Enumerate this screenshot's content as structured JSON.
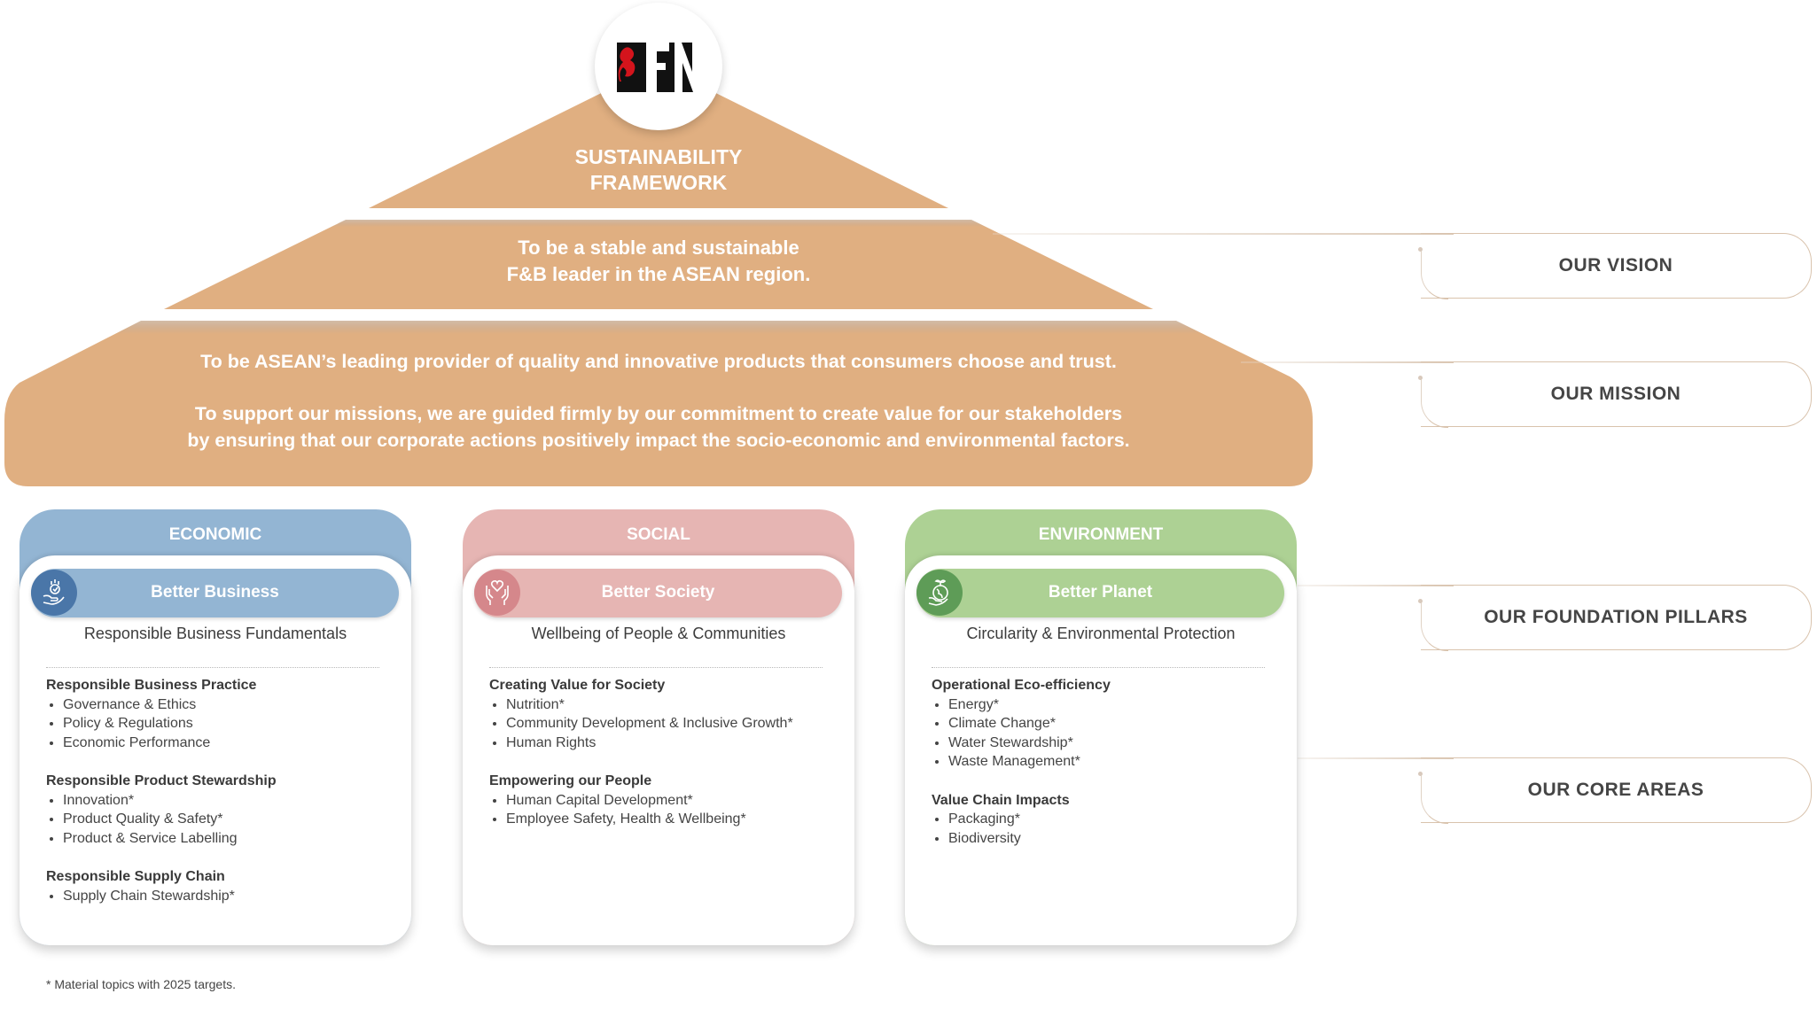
{
  "colors": {
    "pyramid": "#E0AF81",
    "economic": "#93B5D3",
    "economic_icon": "#4A76A8",
    "social": "#E6B5B3",
    "social_icon": "#D5878B",
    "environment": "#ADD194",
    "environment_icon": "#5E9C57"
  },
  "pyramid": {
    "title_line1": "SUSTAINABILITY",
    "title_line2": "FRAMEWORK",
    "vision_line1": "To be a stable and sustainable",
    "vision_line2": "F&B leader in the ASEAN region.",
    "mission_line1": "To be ASEAN’s leading provider of quality and innovative products that consumers choose and trust.",
    "mission_line2": "To support our missions, we are guided firmly by our commitment to create value for our stakeholders",
    "mission_line3": "by ensuring that our corporate actions positively impact the socio-economic and environmental factors."
  },
  "logo": {
    "text": "FN"
  },
  "labels": {
    "vision": "OUR VISION",
    "mission": "OUR MISSION",
    "pillars": "OUR FOUNDATION PILLARS",
    "core": "OUR CORE AREAS"
  },
  "pillars": [
    {
      "header": "ECONOMIC",
      "pill": "Better Business",
      "icon": "hands-growth-icon",
      "subtitle": "Responsible Business Fundamentals",
      "groups": [
        {
          "title": "Responsible Business Practice",
          "items": [
            "Governance & Ethics",
            "Policy & Regulations",
            "Economic Performance"
          ]
        },
        {
          "title": "Responsible Product Stewardship",
          "items": [
            "Innovation*",
            "Product Quality & Safety*",
            "Product & Service Labelling"
          ]
        },
        {
          "title": "Responsible Supply Chain",
          "items": [
            "Supply Chain Stewardship*"
          ]
        }
      ]
    },
    {
      "header": "SOCIAL",
      "pill": "Better Society",
      "icon": "hands-heart-icon",
      "subtitle": "Wellbeing of People & Communities",
      "groups": [
        {
          "title": "Creating Value for Society",
          "items": [
            "Nutrition*",
            "Community Development & Inclusive Growth*",
            "Human Rights"
          ]
        },
        {
          "title": "Empowering our People",
          "items": [
            "Human Capital Development*",
            "Employee Safety, Health & Wellbeing*"
          ]
        }
      ]
    },
    {
      "header": "ENVIRONMENT",
      "pill": "Better Planet",
      "icon": "globe-hand-icon",
      "subtitle": "Circularity & Environmental Protection",
      "groups": [
        {
          "title": "Operational Eco-efficiency",
          "items": [
            "Energy*",
            "Climate Change*",
            "Water Stewardship*",
            "Waste Management*"
          ]
        },
        {
          "title": "Value Chain Impacts",
          "items": [
            "Packaging*",
            "Biodiversity"
          ]
        }
      ]
    }
  ],
  "footnote": "* Material topics with 2025 targets."
}
